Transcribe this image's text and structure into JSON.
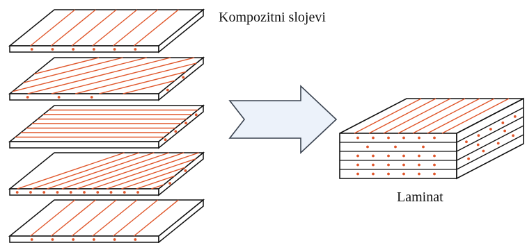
{
  "labels": {
    "plies": "Kompozitni slojevi",
    "laminate": "Laminat"
  },
  "colors": {
    "fiber": "#e0562a",
    "outline": "#111111",
    "face": "#ffffff",
    "arrow_fill": "#ecf2fa",
    "arrow_stroke": "#3a4350"
  },
  "plies": [
    {
      "orientation_deg": 0
    },
    {
      "orientation_deg": 15
    },
    {
      "orientation_deg": 90
    },
    {
      "orientation_deg": -45
    },
    {
      "orientation_deg": 0
    }
  ],
  "laminate": {
    "layers": 5
  }
}
